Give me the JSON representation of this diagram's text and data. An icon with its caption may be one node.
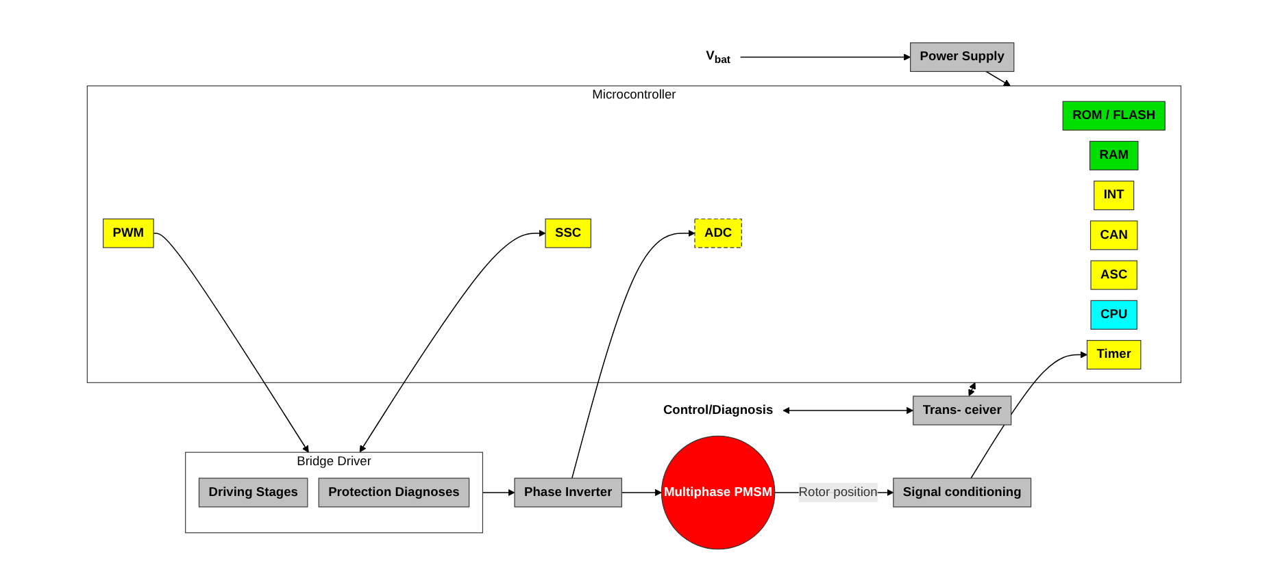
{
  "diagram": {
    "nodes": [
      {
        "text": [
          "V$_{bat}$"
        ]
      },
      {
        "text": [
          "Power Supply"
        ]
      },
      {
        "text": [
          "Control/Diagnosis"
        ]
      },
      {
        "text": [
          "Trans- ceiver"
        ]
      },
      {
        "text": [
          "Microcontroller"
        ]
      },
      {
        "text": [
          "ROM / FLASH"
        ],
        "in": 4
      },
      {
        "text": [
          "PWM"
        ],
        "in": 4
      },
      {
        "text": [
          "RAM"
        ],
        "in": 4
      },
      {
        "text": [
          "INT"
        ],
        "in": 4
      },
      {
        "text": [
          "CAN"
        ],
        "in": 4
      },
      {
        "text": [
          "SSC"
        ],
        "in": 4
      },
      {
        "text": [
          "ASC"
        ],
        "in": 4
      },
      {
        "text": [
          "ADC"
        ],
        "in": 4
      },
      {
        "text": [
          "CPU"
        ],
        "in": 4
      },
      {
        "text": [
          "Timer"
        ],
        "in": 4
      },
      {
        "text": [
          "Bridge Driver"
        ]
      },
      {
        "text": [
          "Driving Stages"
        ],
        "in": 15
      },
      {
        "text": [
          "Protection Diagnoses"
        ],
        "in": 15
      },
      {
        "text": [
          "Phase Inverter"
        ]
      },
      {
        "text": [
          "Multiphase PMSM"
        ]
      },
      {
        "text": [
          "Signal conditioning"
        ]
      }
    ],
    "edges": [
      {
        "from": 0,
        "to": 1,
        "arrow": "to"
      },
      {
        "from": 1,
        "to": 4,
        "arrow": "to"
      },
      {
        "from": 2,
        "to": 3,
        "arrow": "both"
      },
      {
        "from": 3,
        "to": 4,
        "arrow": "both"
      },
      {
        "from": 6,
        "to": 15,
        "arrow": "to"
      },
      {
        "from": 15,
        "to": 18,
        "arrow": "to"
      },
      {
        "from": 18,
        "to": 19,
        "arrow": "to"
      },
      {
        "from": 15,
        "to": 10,
        "arrow": "both"
      },
      {
        "from": 18,
        "to": 12,
        "arrow": "to"
      },
      {
        "from": 19,
        "to": 20,
        "arrow": "to",
        "label": "Rotor position"
      },
      {
        "from": 20,
        "to": 14,
        "arrow": "to"
      }
    ]
  }
}
